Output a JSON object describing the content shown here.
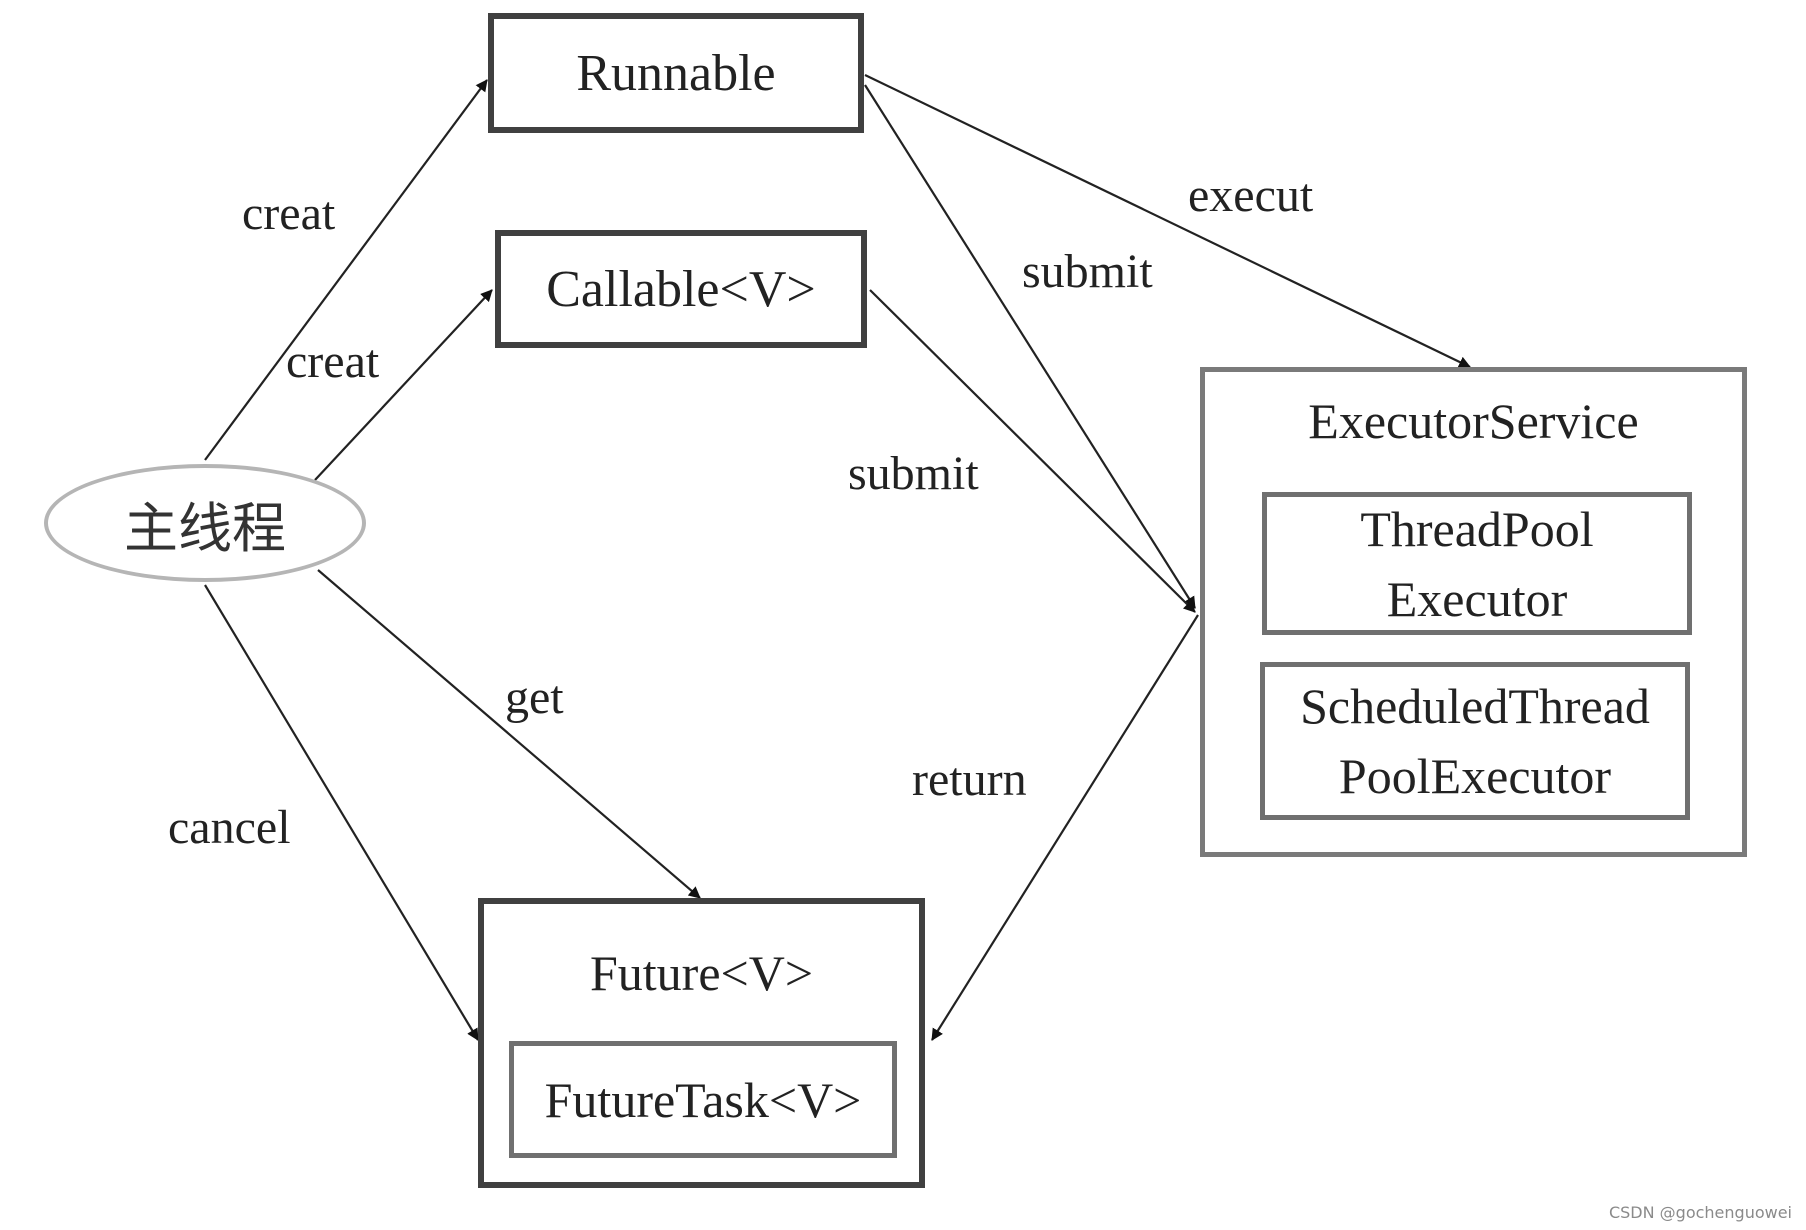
{
  "nodes": {
    "main_thread": "主线程",
    "runnable": "Runnable",
    "callable": "Callable<V>",
    "executor_service": {
      "title": "ExecutorService",
      "thread_pool_line1": "ThreadPool",
      "thread_pool_line2": "Executor",
      "scheduled_line1": "ScheduledThread",
      "scheduled_line2": "PoolExecutor"
    },
    "future": {
      "title": "Future<V>",
      "future_task": "FutureTask<V>"
    }
  },
  "edges": {
    "creat_runnable": "creat",
    "creat_callable": "creat",
    "execut": "execut",
    "submit_runnable": "submit",
    "submit_callable": "submit",
    "get": "get",
    "cancel": "cancel",
    "return": "return"
  },
  "watermark": "CSDN @gochenguowei"
}
